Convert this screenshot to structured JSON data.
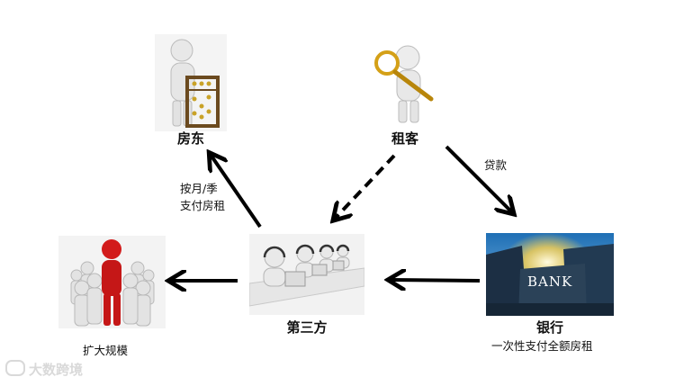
{
  "nodes": {
    "landlord": {
      "label": "房东"
    },
    "tenant": {
      "label": "租客"
    },
    "third_party": {
      "label": "第三方"
    },
    "bank": {
      "label": "银行",
      "sublabel": "一次性支付全额房租",
      "sign_text": "BANK"
    },
    "expand": {
      "label": "扩大规模"
    }
  },
  "edges": {
    "tenant_to_bank": {
      "label": "贷款"
    },
    "third_to_landlord": {
      "label_line1": "按月/季",
      "label_line2": "支付房租"
    }
  },
  "watermark": "大数跨境",
  "colors": {
    "arrow": "#000000",
    "figure_red": "#d21b1b",
    "sky": "#2f7fc4"
  }
}
